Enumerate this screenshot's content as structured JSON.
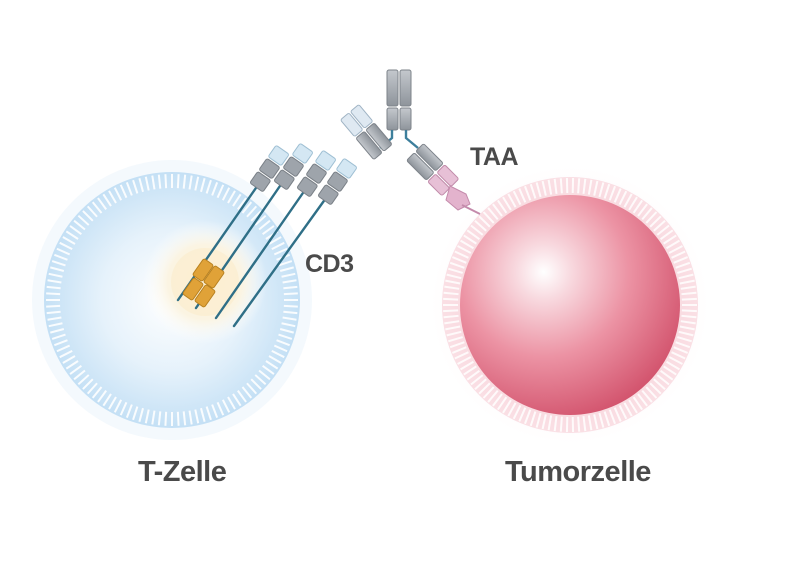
{
  "labels": {
    "t_cell": "T-Zelle",
    "tumor_cell": "Tumorzelle",
    "cd3": "CD3",
    "taa": "TAA"
  },
  "colors": {
    "t_cell": "#cfe6f7",
    "tumor_cell": "#e47a8f",
    "antibody": "#9a9fa6",
    "binding_site": "#c9e3f3",
    "taa_receptor": "#d9a5c2",
    "signal_core": "#e0a238",
    "label_text": "#4a4a4a"
  },
  "icons": [
    "t-cell",
    "tumor-cell",
    "bispecific-antibody",
    "cd3-receptor-complex",
    "taa-antigen"
  ]
}
